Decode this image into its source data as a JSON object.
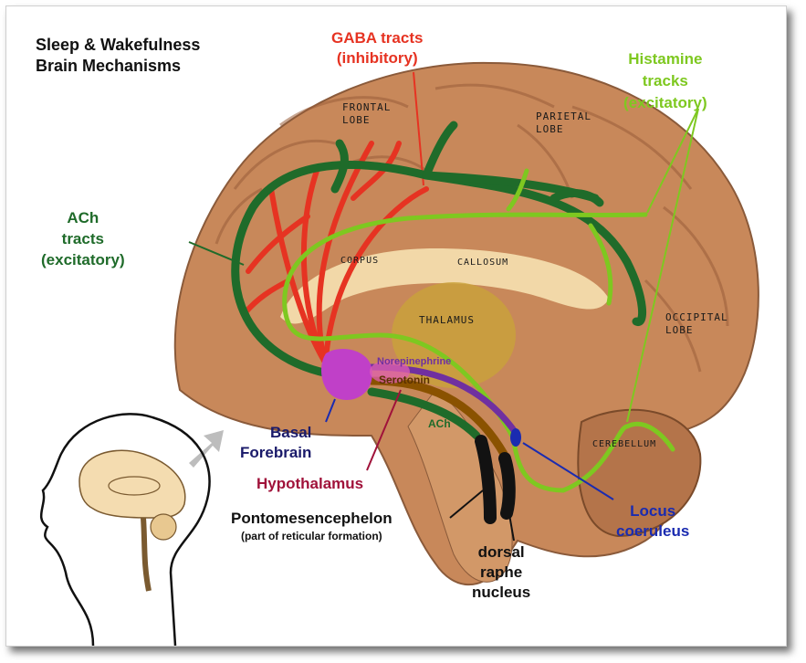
{
  "title": {
    "line1": "Sleep & Wakefulness",
    "line2": "Brain Mechanisms"
  },
  "labels": {
    "gaba": {
      "line1": "GABA tracts",
      "line2": "(inhibitory)"
    },
    "histamine": {
      "line1": "Histamine",
      "line2": "tracks",
      "line3": "(excitatory)"
    },
    "ach": {
      "line1": "ACh",
      "line2": "tracts",
      "line3": "(excitatory)"
    },
    "basal_forebrain": {
      "line1": "Basal",
      "line2": "Forebrain"
    },
    "hypothalamus": "Hypothalamus",
    "pontomesencephelon": {
      "line1": "Pontomesencephelon",
      "line2": "(part of reticular formation)"
    },
    "dorsal_raphe": {
      "line1": "dorsal",
      "line2": "raphe",
      "line3": "nucleus"
    },
    "locus_coeruleus": {
      "line1": "Locus",
      "line2": "coeruleus"
    },
    "norepinephrine": "Norepinephrine",
    "serotonin": "Serotonin",
    "ach_small": "ACh"
  },
  "anatomy": {
    "frontal_lobe": {
      "line1": "FRONTAL",
      "line2": "LOBE"
    },
    "parietal_lobe": {
      "line1": "PARIETAL",
      "line2": "LOBE"
    },
    "occipital_lobe": {
      "line1": "OCCIPITAL",
      "line2": "LOBE"
    },
    "corpus": "CORPUS",
    "callosum": "CALLOSUM",
    "thalamus": "THALAMUS",
    "cerebellum": "CEREBELLUM"
  },
  "colors": {
    "gaba": "#e63322",
    "histamine": "#7ec820",
    "ach": "#1f6b2a",
    "basal_forebrain": "#c040c8",
    "hypothalamus": "#a0123a",
    "locus": "#1a2bb0",
    "norepinephrine": "#7030a0",
    "serotonin": "#7a4a00",
    "brain": "#c8885a"
  }
}
